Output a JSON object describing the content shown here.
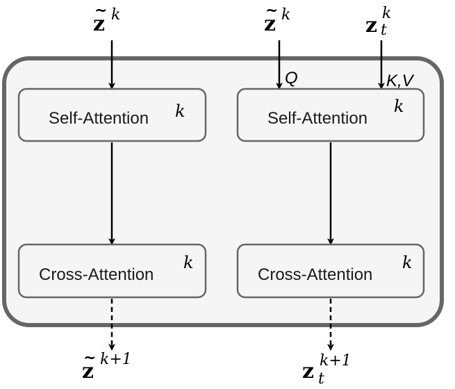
{
  "container": {
    "fill": "#f5f5f5",
    "stroke": "#666666"
  },
  "left_column": {
    "input": {
      "symbol": "z",
      "accent": "~",
      "superscript": "k",
      "subscript": ""
    },
    "block1": {
      "label": "Self-Attention",
      "superscript": "k"
    },
    "block2": {
      "label": "Cross-Attention",
      "superscript": "k"
    },
    "output": {
      "symbol": "z",
      "accent": "~",
      "superscript": "k+1",
      "subscript": ""
    }
  },
  "right_column": {
    "input_query": {
      "symbol": "z",
      "accent": "~",
      "superscript": "k",
      "subscript": "",
      "arrow_label": "Q"
    },
    "input_keyvalue": {
      "symbol": "z",
      "accent": "",
      "superscript": "k",
      "subscript": "t",
      "arrow_label": "K,V"
    },
    "block1": {
      "label": "Self-Attention",
      "superscript": "k"
    },
    "block2": {
      "label": "Cross-Attention",
      "superscript": "k"
    },
    "output": {
      "symbol": "z",
      "accent": "",
      "superscript": "k+1",
      "subscript": "t"
    }
  },
  "colors": {
    "block_fill": "#f5f5f5",
    "block_stroke": "#666666",
    "arrow": "#000000"
  }
}
